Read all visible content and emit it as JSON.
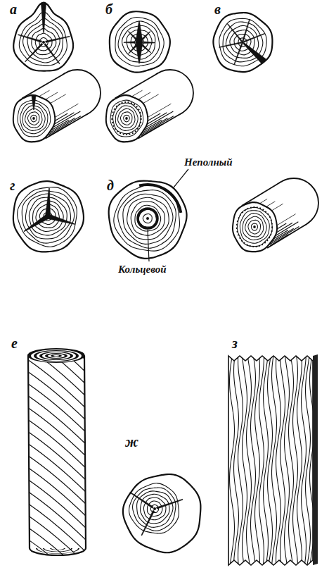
{
  "diagram": {
    "labels": [
      "а",
      "б",
      "в",
      "г",
      "д",
      "Неполный",
      "Кольцевой",
      "е",
      "ж",
      "з"
    ]
  }
}
